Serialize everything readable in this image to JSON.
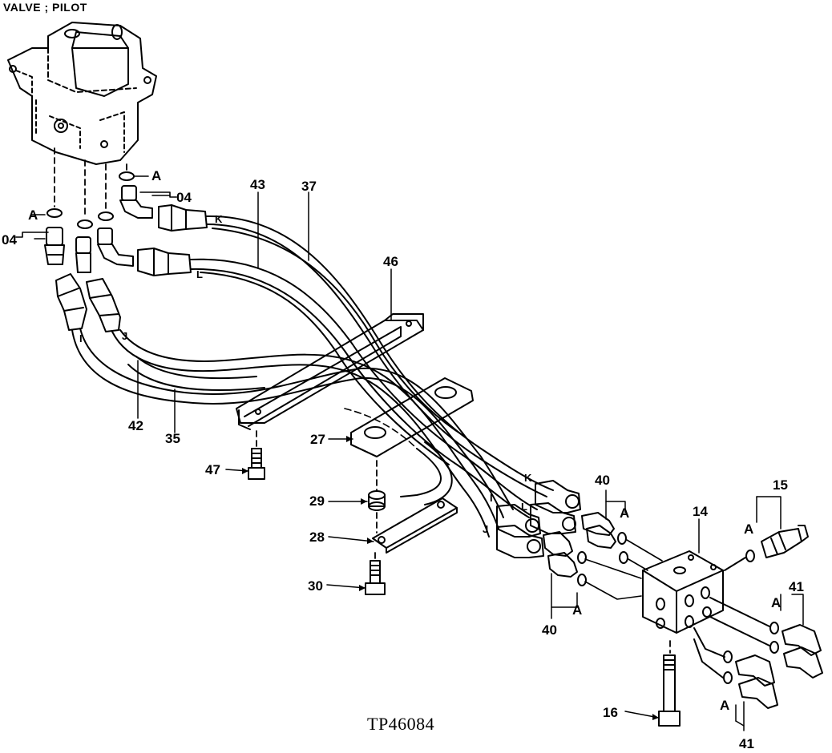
{
  "title": "VALVE ; PILOT",
  "drawing_code": "TP46084",
  "callouts": {
    "p04_left": "04",
    "p04_top": "04",
    "a_left": "A",
    "a_top": "A",
    "p43": "43",
    "p37": "37",
    "p46": "46",
    "p42": "42",
    "p35": "35",
    "p27": "27",
    "p47": "47",
    "p29": "29",
    "p28": "28",
    "p30": "30",
    "p40_top": "40",
    "a_40_top": "A",
    "p40_bottom": "40",
    "a_40_bottom": "A",
    "p14": "14",
    "p15": "15",
    "a_15": "A",
    "p41_top": "41",
    "a_41_top": "A",
    "p41_bottom": "41",
    "a_41_bottom": "A",
    "p16": "16"
  },
  "hose_letters": {
    "k_top": "K",
    "l_top": "L",
    "i_left": "I",
    "j_left": "J",
    "k_right": "K",
    "i_right": "I",
    "l_right": "L",
    "j_right": "J"
  }
}
